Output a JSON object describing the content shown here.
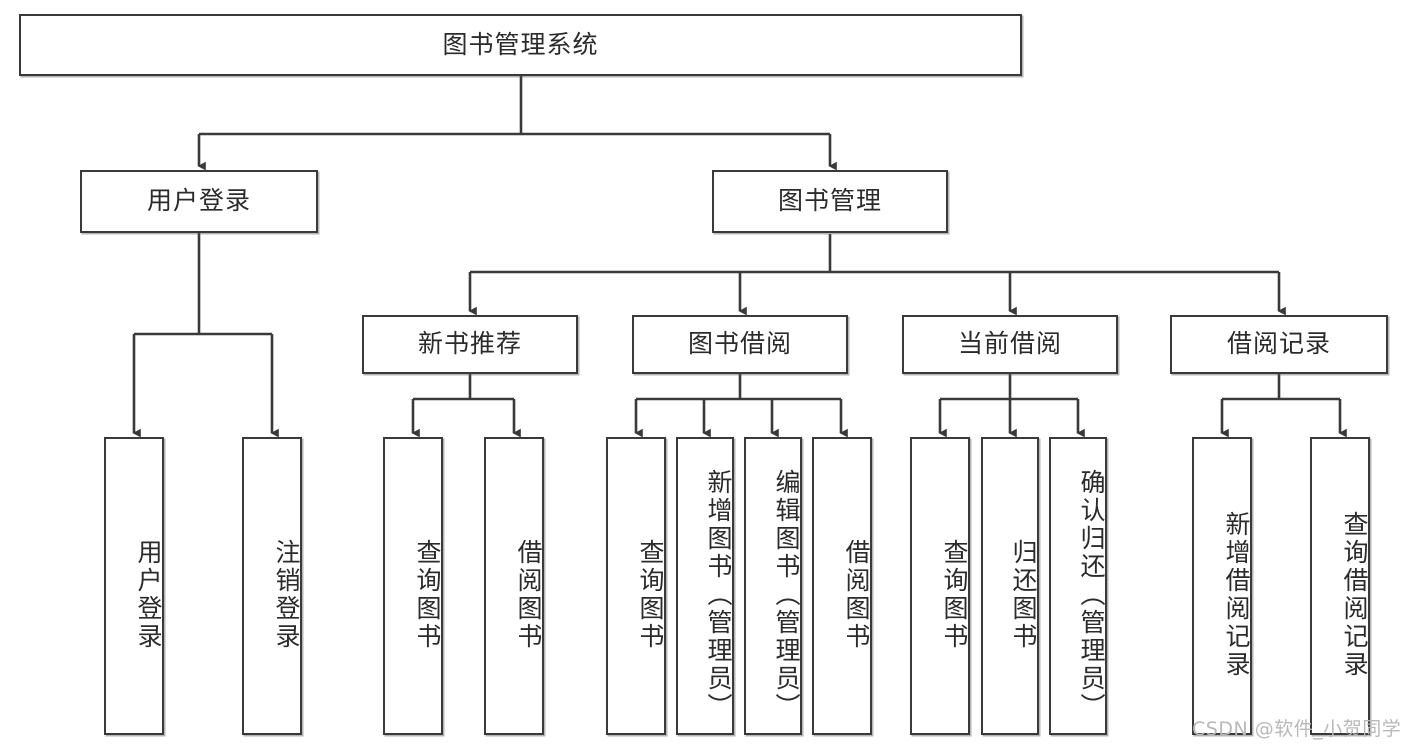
{
  "diagram": {
    "type": "tree-hierarchy",
    "title": "图书管理系统",
    "stroke_color": "#3a3a3a",
    "background_color": "#ffffff",
    "text_color": "#2b2b2b",
    "root": {
      "label": "图书管理系统",
      "orientation": "horizontal"
    },
    "level2": [
      {
        "label": "用户登录",
        "orientation": "horizontal"
      },
      {
        "label": "图书管理",
        "orientation": "horizontal"
      }
    ],
    "level3": [
      {
        "label": "新书推荐",
        "orientation": "horizontal"
      },
      {
        "label": "图书借阅",
        "orientation": "horizontal"
      },
      {
        "label": "当前借阅",
        "orientation": "horizontal"
      },
      {
        "label": "借阅记录",
        "orientation": "horizontal"
      }
    ],
    "leaves": [
      {
        "label": "用户登录",
        "parent": "用户登录",
        "orientation": "vertical"
      },
      {
        "label": "注销登录",
        "parent": "用户登录",
        "orientation": "vertical"
      },
      {
        "label": "查询图书",
        "parent": "新书推荐",
        "orientation": "vertical"
      },
      {
        "label": "借阅图书",
        "parent": "新书推荐",
        "orientation": "vertical"
      },
      {
        "label": "查询图书",
        "parent": "图书借阅",
        "orientation": "vertical"
      },
      {
        "label": "新增图书（管理员）",
        "parent": "图书借阅",
        "orientation": "vertical"
      },
      {
        "label": "编辑图书（管理员）",
        "parent": "图书借阅",
        "orientation": "vertical"
      },
      {
        "label": "借阅图书",
        "parent": "图书借阅",
        "orientation": "vertical"
      },
      {
        "label": "查询图书",
        "parent": "当前借阅",
        "orientation": "vertical"
      },
      {
        "label": "归还图书",
        "parent": "当前借阅",
        "orientation": "vertical"
      },
      {
        "label": "确认归还（管理员）",
        "parent": "当前借阅",
        "orientation": "vertical"
      },
      {
        "label": "新增借阅记录",
        "parent": "借阅记录",
        "orientation": "vertical"
      },
      {
        "label": "查询借阅记录",
        "parent": "借阅记录",
        "orientation": "vertical"
      }
    ]
  },
  "watermark": {
    "text": "CSDN @软件_小贺同学"
  }
}
